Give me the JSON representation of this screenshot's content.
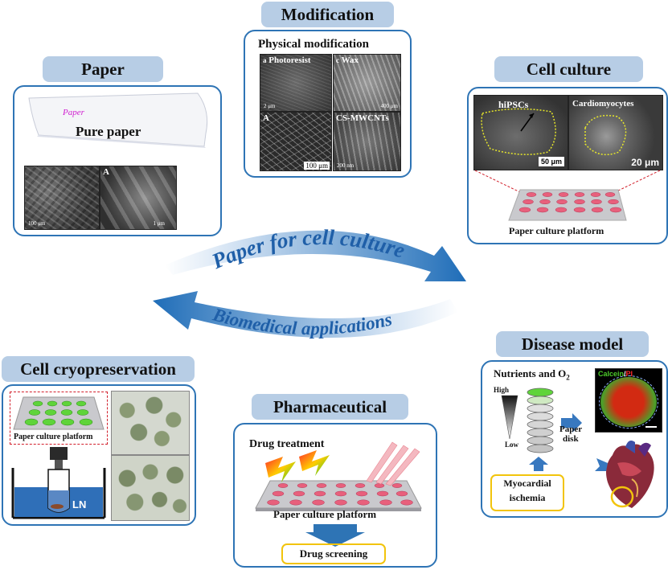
{
  "paper": {
    "tag": "Paper",
    "sheet_word": "Paper",
    "caption": "Pure paper",
    "sem_label": "A",
    "scale_left": "100 μm",
    "scale_right": "1 μm"
  },
  "modification": {
    "tag": "Modification",
    "subtitle": "Physical modification",
    "img1_label": "Photoresist",
    "img1_prefix": "a",
    "img2_label": "Wax",
    "img2_prefix": "c",
    "img3_label": "A",
    "img4_label": "CS-MWCNTs",
    "scale1": "2 μm",
    "scale2": "400 μm",
    "scale3": "100 μm",
    "scale4": "200 nm"
  },
  "cell_culture": {
    "tag": "Cell culture",
    "img1_label": "hiPSCs",
    "img1_scale": "50 μm",
    "img2_label": "Cardiomyocytes",
    "img2_scale": "20 μm",
    "platform_label": "Paper culture platform"
  },
  "center": {
    "top_arrow_text": "Paper for cell culture",
    "bottom_arrow_text": "Biomedical applications"
  },
  "cryo": {
    "tag": "Cell cryopreservation",
    "platform_label": "Paper culture platform",
    "liquid_label": "LN"
  },
  "pharma": {
    "tag": "Pharmaceutical",
    "drug_label": "Drug treatment",
    "platform_label": "Paper culture platform",
    "screening_label": "Drug screening"
  },
  "disease": {
    "tag": "Disease model",
    "nutrients_label": "Nutrients and O",
    "nutrients_sub": "2",
    "high_label": "High",
    "low_label": "Low",
    "disk_label_1": "Paper",
    "disk_label_2": "disk",
    "stain_green": "Calcein",
    "stain_sep": "/",
    "stain_red": "PI",
    "ischemia_1": "Myocardial",
    "ischemia_2": "ischemia"
  },
  "colors": {
    "accent_blue": "#2e74b5",
    "tag_fill": "#b7cde5",
    "cell_pink": "#e8607c",
    "well_green": "#5fd43a",
    "frame_yellow": "#f2c40c"
  }
}
